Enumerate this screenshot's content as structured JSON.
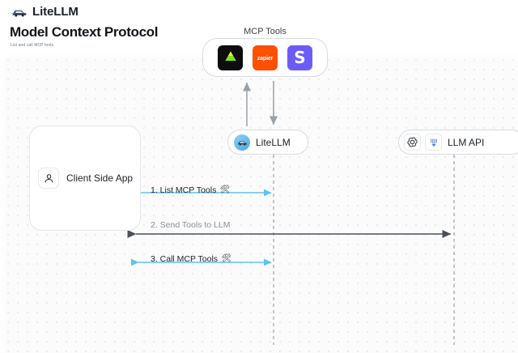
{
  "header": {
    "brand": "LiteLLM",
    "brand_logo_icon": "litellm-logo-icon",
    "title": "Model Context Protocol",
    "subtitle": "List and call MCP tools"
  },
  "diagram": {
    "type": "sequence-diagram",
    "mcp_group": {
      "label": "MCP Tools",
      "tools": [
        {
          "name": "andromeda",
          "icon": "green-triangle-icon",
          "glyph": "",
          "bg": "#0d0d0f",
          "fg": "#8ae23c"
        },
        {
          "name": "zapier",
          "icon": "zapier-icon",
          "glyph": "zapier",
          "bg": "#ff4f00",
          "fg": "#ffffff"
        },
        {
          "name": "slack",
          "icon": "slack-s-icon",
          "glyph": "S",
          "bg": "#6c5cf7",
          "fg": "#ffffff"
        }
      ]
    },
    "nodes": [
      {
        "id": "litellm",
        "label": "LiteLLM",
        "icon": "litellm-avatar-icon"
      },
      {
        "id": "llm_api",
        "label": "LLM API",
        "icons": [
          "openai-icon",
          "anthropic-icon"
        ]
      },
      {
        "id": "client",
        "label": "Client Side App",
        "icon": "user-icon"
      }
    ],
    "flows": [
      {
        "step": "1.",
        "text": "1. List MCP Tools",
        "emoji": "🛠",
        "color": "#5ec3ee",
        "direction": "both",
        "from": "client",
        "to": "litellm"
      },
      {
        "step": "2.",
        "text": "2. Send Tools to LLM",
        "emoji": "",
        "color": "#4a5059",
        "direction": "both",
        "from": "client",
        "to": "llm_api"
      },
      {
        "step": "3.",
        "text": "3. Call MCP Tools",
        "emoji": "🛠",
        "color": "#5ec3ee",
        "direction": "both",
        "from": "client",
        "to": "litellm"
      }
    ],
    "colors": {
      "accent_blue": "#5ec3ee",
      "arrow_dark": "#4a5059",
      "lifeline": "#b4b8be",
      "canvas_bg": "#fbfbfc",
      "node_border": "#d8dade"
    }
  }
}
